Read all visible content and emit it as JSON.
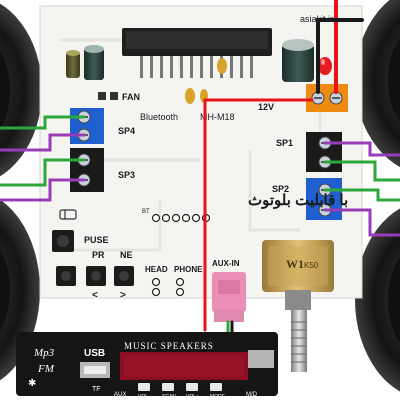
{
  "board": {
    "website": "asiakit.ir",
    "fan": "FAN",
    "bluetooth": "Bluetooth",
    "model": "MH-M18",
    "voltage": "12V",
    "sp1": "SP1",
    "sp2": "SP2",
    "sp3": "SP3",
    "sp4": "SP4",
    "persian": "با قابلیت بلوتوث",
    "bt_code": "BT",
    "puse": "PUSE",
    "pr": "PR",
    "ne": "NE",
    "prev_arrow": "<",
    "next_arrow": ">",
    "head": "HEAD",
    "phone": "PHONE",
    "aux_in": "AUX-IN",
    "pot": "W1",
    "pot_value": "K50"
  },
  "module": {
    "logo_line1": "Mp3",
    "logo_line2": "FM",
    "usb": "USB",
    "title": "MUSIC SPEAKERS",
    "tf": "TF",
    "aux": "AUX",
    "buttons": [
      "VOL-",
      "SCAN",
      "VOL+",
      "MODE"
    ],
    "right_label": "M/D"
  },
  "colors": {
    "board": "#f4f5f0",
    "silk": "#1a1a1a",
    "terminal_blue": "#1f5fcf",
    "terminal_black": "#1a1a1a",
    "terminal_orange": "#ee8a10",
    "wire_red": "#e8141c",
    "wire_green": "#2ca83a",
    "wire_purple": "#9a3bb8",
    "module": "#151515",
    "display": "#8a0f22",
    "aux_connector": "#ec8fb6"
  },
  "icons": [
    "speaker-icon",
    "capacitor-icon",
    "led-icon",
    "terminal-block-icon",
    "potentiometer-icon",
    "push-button-icon",
    "chip-icon",
    "bluetooth-icon"
  ]
}
